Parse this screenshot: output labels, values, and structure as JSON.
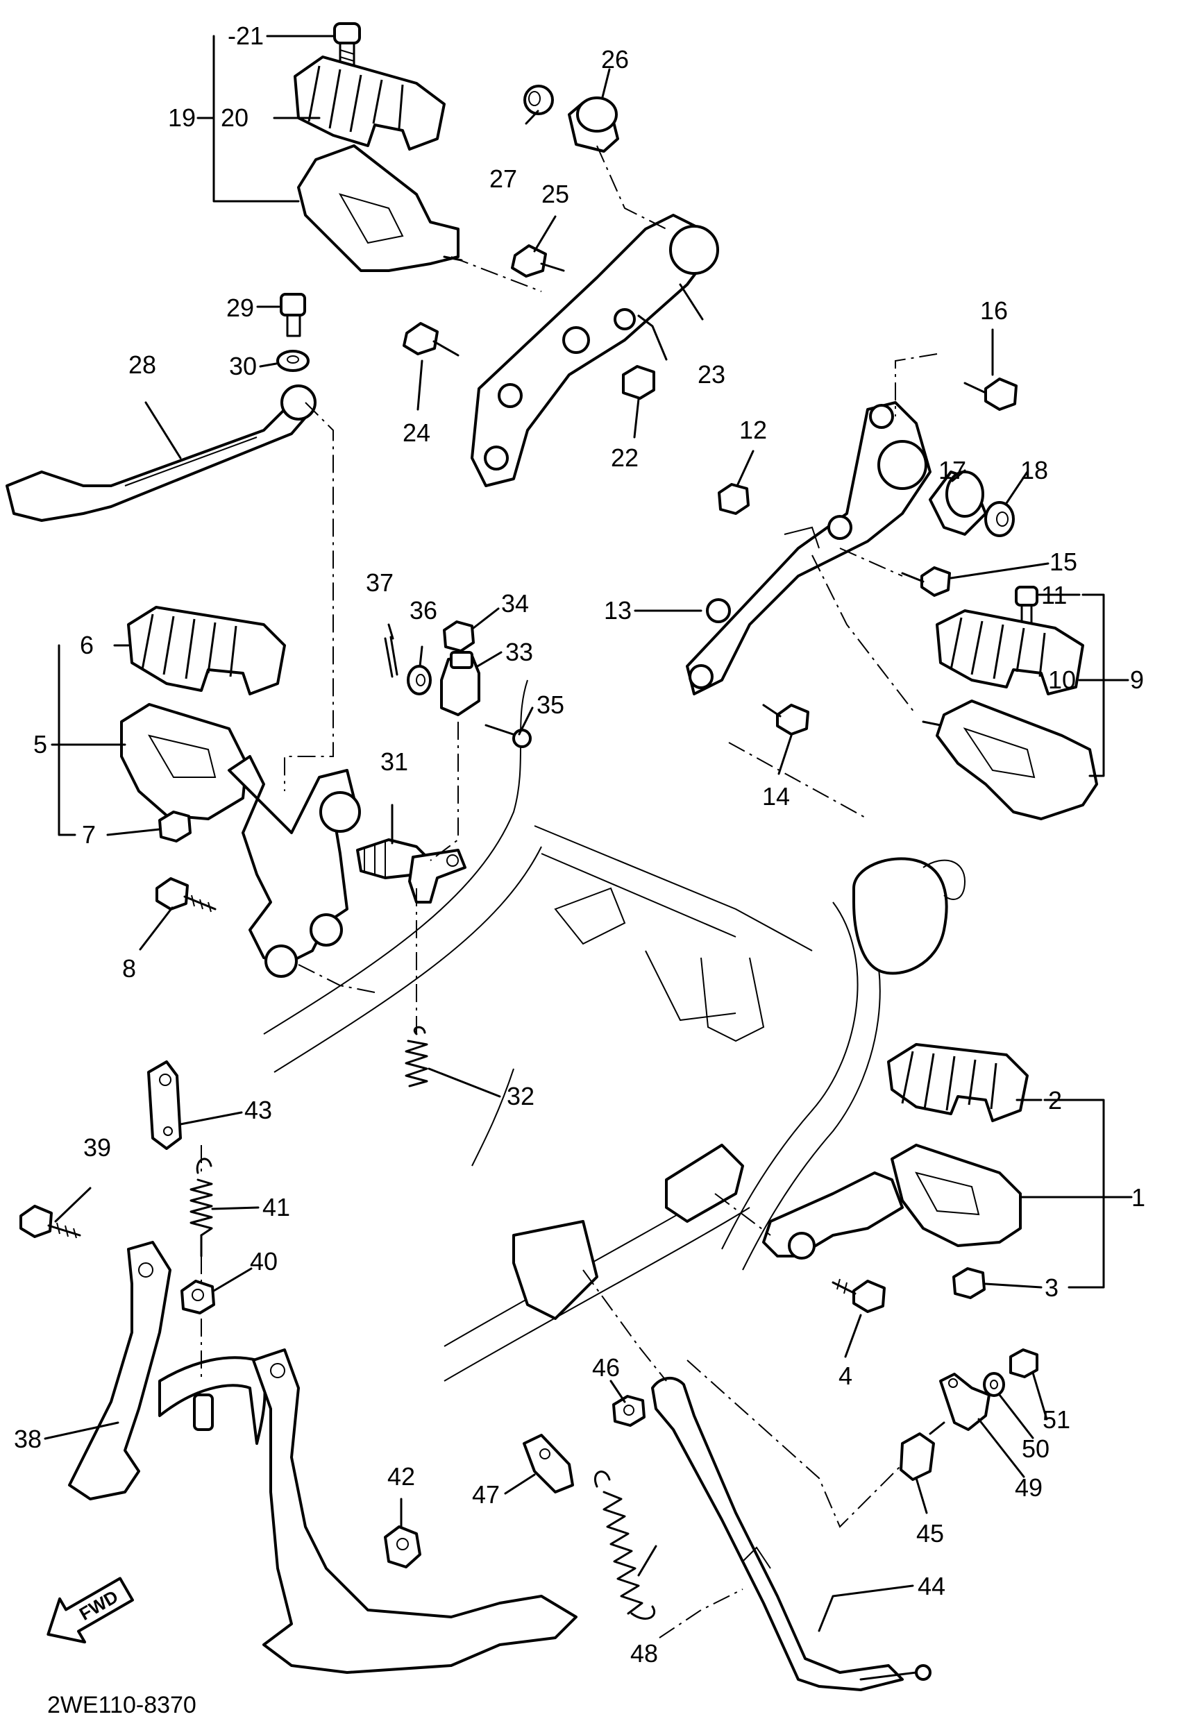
{
  "diagram": {
    "drawing_code": "2WE110-8370",
    "fwd_arrow_text": "FWD",
    "callouts": {
      "c1": "1",
      "c2": "2",
      "c3": "3",
      "c4": "4",
      "c5": "5",
      "c6": "6",
      "c7": "7",
      "c8": "8",
      "c9": "9",
      "c10": "10",
      "c11": "11",
      "c12": "12",
      "c13": "13",
      "c14": "14",
      "c15": "15",
      "c16": "16",
      "c17": "17",
      "c18": "18",
      "c19": "19",
      "c20": "20",
      "c21": "-21",
      "c22": "22",
      "c23": "23",
      "c24": "24",
      "c25": "25",
      "c26": "26",
      "c27": "27",
      "c28": "28",
      "c29": "29",
      "c30": "30",
      "c31": "31",
      "c32": "32",
      "c33": "33",
      "c34": "34",
      "c35": "35",
      "c36": "36",
      "c37": "37",
      "c38": "38",
      "c39": "39",
      "c40": "40",
      "c41": "41",
      "c42": "42",
      "c43": "43",
      "c44": "44",
      "c45": "45",
      "c46": "46",
      "c47": "47",
      "c48": "48",
      "c49": "49",
      "c50": "50",
      "c51": "51"
    }
  }
}
